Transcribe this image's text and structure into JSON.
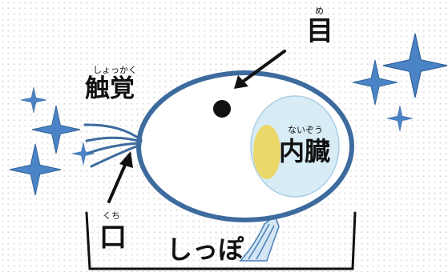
{
  "labels": {
    "eye": {
      "text": "目",
      "ruby": "め"
    },
    "antenna": {
      "text": "触覚",
      "ruby": "しょっかく"
    },
    "organs": {
      "text": "内臓",
      "ruby": "ないぞう"
    },
    "mouth": {
      "text": "口",
      "ruby": "くち"
    },
    "tail": {
      "text": "しっぽ"
    }
  },
  "colors": {
    "outline": "#3d6b9e",
    "organ_fill": "#d8ecf6",
    "yolk": "#ecd868",
    "sparkle": "#4a84c6",
    "bracket": "#111111"
  },
  "icons": [
    "sparkle-icon",
    "arrow-icon"
  ]
}
